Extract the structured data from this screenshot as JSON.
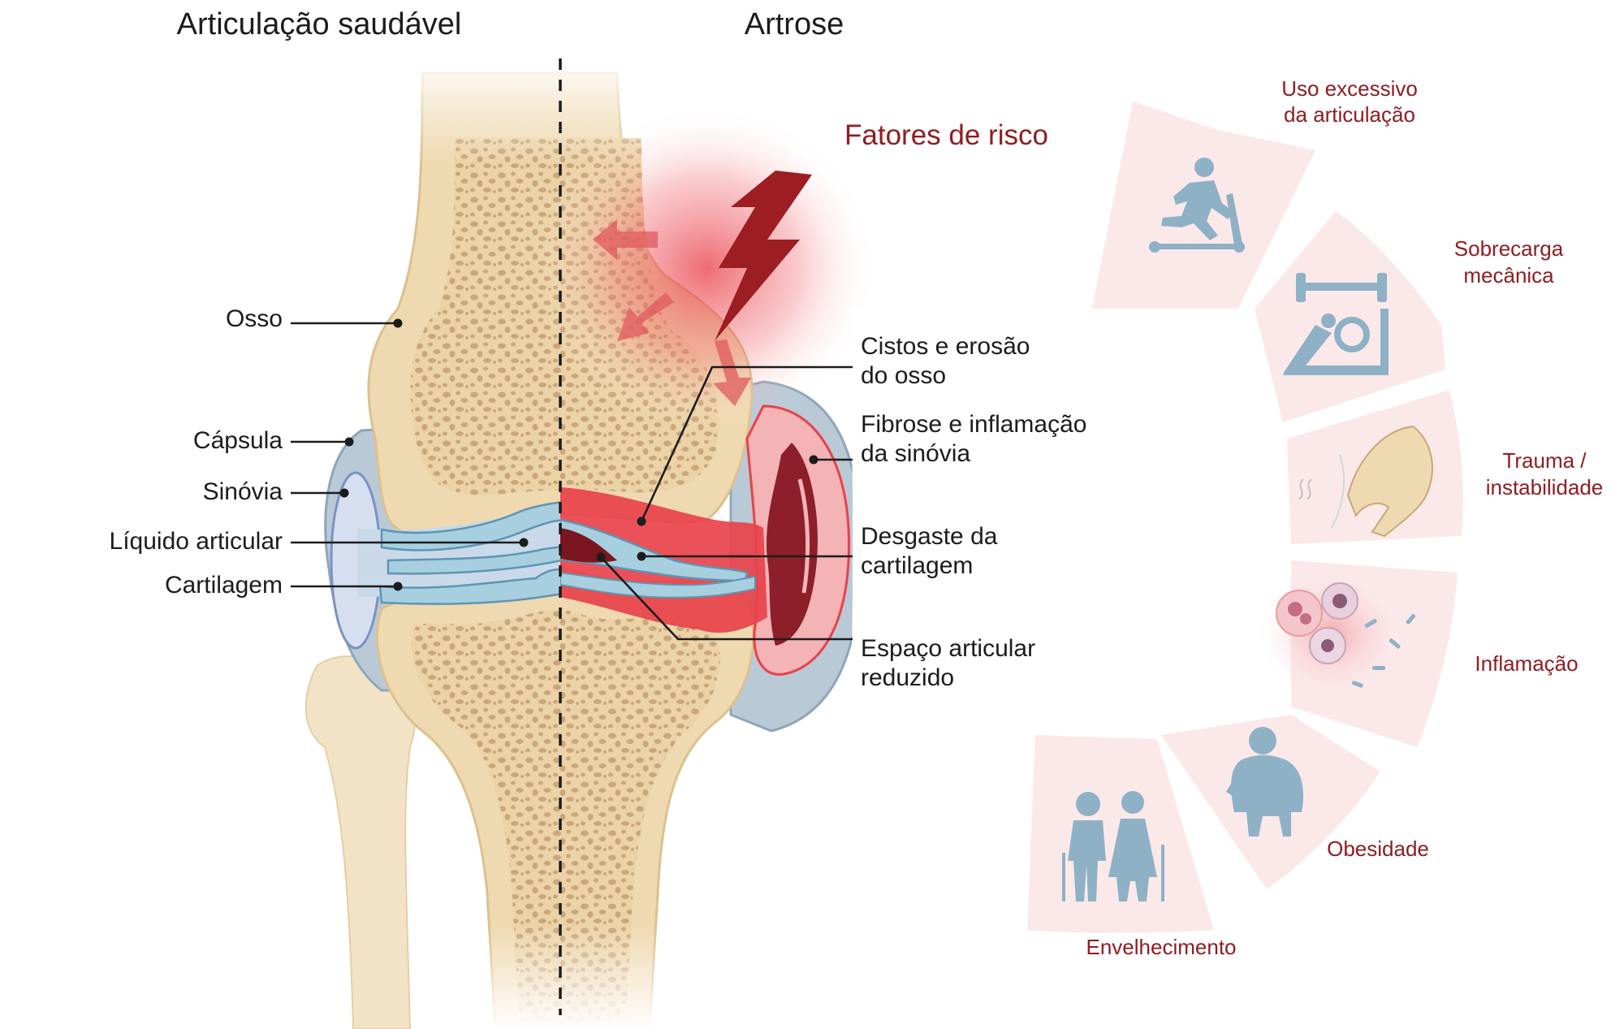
{
  "headings": {
    "healthy": "Articulação saudável",
    "arthrosis": "Artrose"
  },
  "left_labels": {
    "bone": "Osso",
    "capsule": "Cápsula",
    "synovium": "Sinóvia",
    "fluid": "Líquido articular",
    "cartilage": "Cartilagem"
  },
  "right_labels": {
    "cysts_line1": "Cistos e erosão",
    "cysts_line2": "do osso",
    "fibrosis_line1": "Fibrose e inflamação",
    "fibrosis_line2": "da sinóvia",
    "wear_line1": "Desgaste da",
    "wear_line2": "cartilagem",
    "space_line1": "Espaço articular",
    "space_line2": "reduzido"
  },
  "risk": {
    "title": "Fatores de risco",
    "overuse_line1": "Uso excessivo",
    "overuse_line2": "da articulação",
    "overload_line1": "Sobrecarga",
    "overload_line2": "mecânica",
    "trauma_line1": "Trauma /",
    "trauma_line2": "instabilidade",
    "inflammation": "Inflamação",
    "obesity": "Obesidade",
    "aging": "Envelhecimento"
  },
  "icons": [
    "treadmill-runner-icon",
    "leg-press-icon",
    "knee-trauma-icon",
    "inflammatory-cells-icon",
    "obese-person-icon",
    "elderly-couple-icon",
    "lightning-bolt-icon"
  ],
  "colors": {
    "bone": "#efd9b0",
    "marrow_spot": "#c9a77a",
    "capsule": "#aabfcf",
    "fluid": "#c9d9ea",
    "cartilage": "#a7cfe0",
    "inflamed": "#e8424a",
    "synovium_dark": "#8c1f2a",
    "risk_red": "#8f1d22",
    "icon_blue": "#8fb1c6",
    "segment_pink": "#fbe9ea"
  }
}
